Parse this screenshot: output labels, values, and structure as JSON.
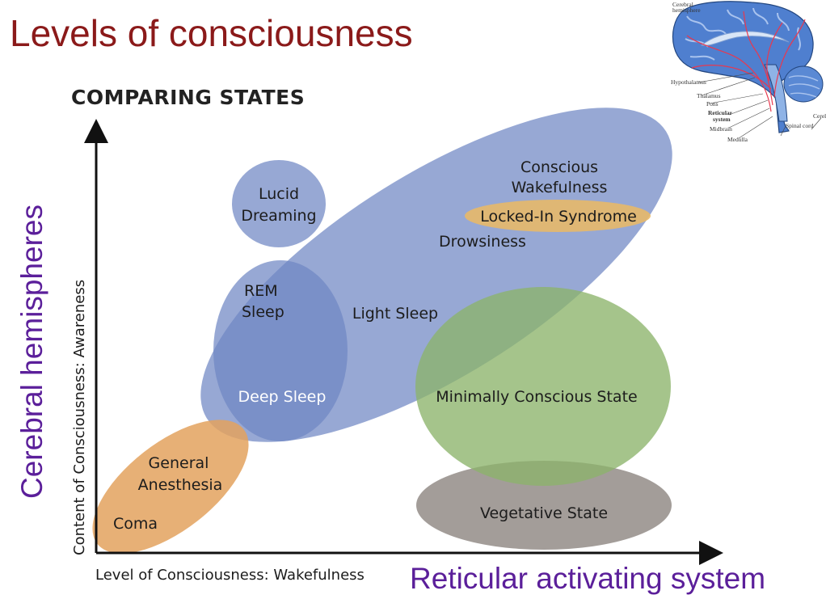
{
  "title": "Levels of consciousness",
  "chart_heading": "COMPARING STATES",
  "axes": {
    "x_label": "Level of Consciousness: Wakefulness",
    "y_label": "Content of Consciousness: Awareness"
  },
  "side_labels": {
    "left": "Cerebral hemispheres",
    "bottom": "Reticular activating system"
  },
  "states": {
    "conscious_line1": "Conscious",
    "conscious_line2": "Wakefulness",
    "locked_in": "Locked-In Syndrome",
    "drowsiness": "Drowsiness",
    "lucid_line1": "Lucid",
    "lucid_line2": "Dreaming",
    "rem_line1": "REM",
    "rem_line2": "Sleep",
    "light_sleep": "Light Sleep",
    "deep_sleep": "Deep Sleep",
    "mcs": "Minimally Conscious State",
    "vegetative": "Vegetative State",
    "anesthesia_line1": "General",
    "anesthesia_line2": "Anesthesia",
    "coma": "Coma"
  },
  "brain_inset": {
    "cerebral_line1": "Cerebral",
    "cerebral_line2": "hemisphere",
    "hypothalamus": "Hypothalamus",
    "thalamus": "Thalamus",
    "pons": "Pons",
    "reticular_line1": "Reticular",
    "reticular_line2": "system",
    "midbrain": "Midbrain",
    "medulla": "Medulla",
    "spinal_cord": "Spinal cord",
    "cerebellum_partial": "Cerel"
  },
  "colors": {
    "title": "#8b1a1a",
    "side_labels": "#5b1f9a",
    "blue_states": "#6f86c4",
    "green_state": "#8cb46a",
    "gray_state": "#8c8580",
    "orange_states": "#e3a25e",
    "locked_in": "#e9b866"
  }
}
